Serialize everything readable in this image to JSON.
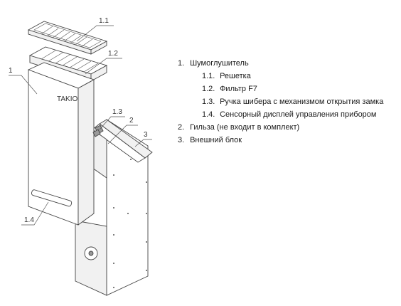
{
  "callouts": {
    "c1": "1",
    "c1_1": "1.1",
    "c1_2": "1.2",
    "c1_3": "1.3",
    "c1_4": "1.4",
    "c2": "2",
    "c3": "3",
    "brand": "TAKIO"
  },
  "legend": [
    {
      "num": "1.",
      "text": "Шумоглушитель",
      "level": 1
    },
    {
      "num": "1.1.",
      "text": "Решетка",
      "level": 2
    },
    {
      "num": "1.2.",
      "text": "Фильтр F7",
      "level": 2
    },
    {
      "num": "1.3.",
      "text": "Ручка шибера с механизмом открытия замка",
      "level": 2
    },
    {
      "num": "1.4.",
      "text": "Сенсорный дисплей управления прибором",
      "level": 2
    },
    {
      "num": "2.",
      "text": "Гильза (не входит в комплект)",
      "level": 1
    },
    {
      "num": "3.",
      "text": "Внешний блок",
      "level": 1
    }
  ]
}
